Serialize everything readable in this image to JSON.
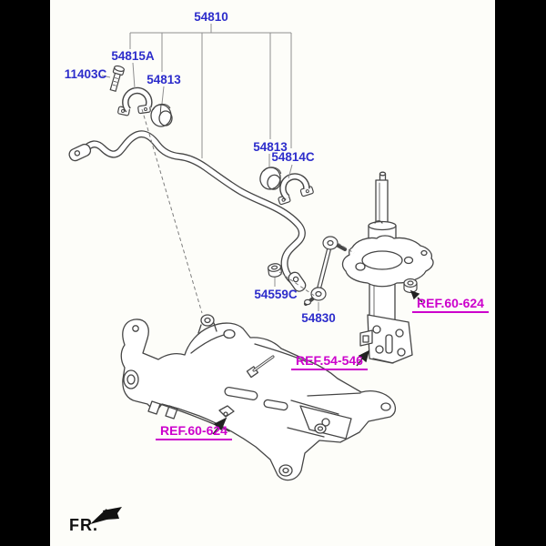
{
  "diagram": {
    "part_callouts": {
      "p54810": "54810",
      "p54815a": "54815A",
      "p11403c": "11403C",
      "p54813_upper": "54813",
      "p54813_lower": "54813",
      "p54814c": "54814C",
      "p54559c": "54559C",
      "p54830": "54830"
    },
    "ref_callouts": {
      "strut_nut": "REF.60-624",
      "strut_assembly": "REF.54-546",
      "crossmember": "REF.60-624"
    },
    "direction_label": "FR.",
    "icons": {
      "fr_arrow": "direction-arrow-down-left"
    },
    "colors": {
      "part_label": "#2d2dcb",
      "ref_label": "#cc00cc",
      "drawing_line": "#464646",
      "leader_line": "#8f8f8f",
      "canvas_bg": "#fdfdf9",
      "pillarbox": "#000000",
      "direction_label": "#111111"
    }
  }
}
